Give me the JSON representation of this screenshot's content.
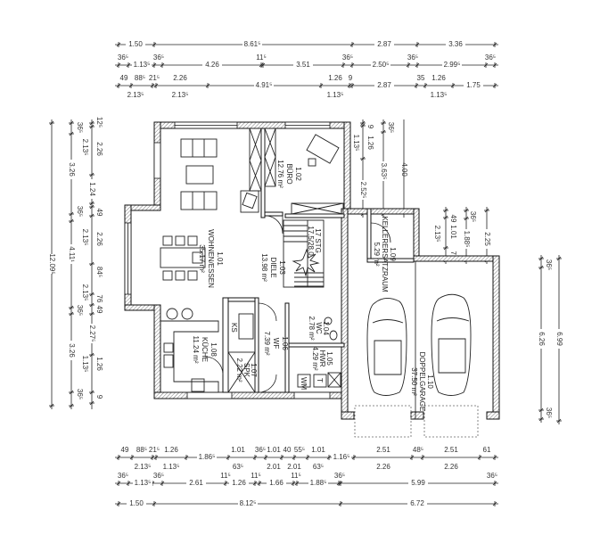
{
  "dimensions": {
    "top": {
      "row1": [
        "1.50",
        "8.61⁵",
        "2.87",
        "3.36"
      ],
      "row2": [
        "36⁵",
        "1.13⁵",
        "36⁵",
        "4.26",
        "11⁵",
        "3.51",
        "36⁵",
        "2.50⁵",
        "36⁵",
        "2.99⁵",
        "36⁵"
      ],
      "row3": [
        "49",
        "88⁵",
        "21⁵",
        "2.13⁵",
        "2.26",
        "2.13⁵",
        "4.91⁵",
        "1.26",
        "1.13⁵",
        "9",
        "2.87",
        "35",
        "1.26",
        "1.13⁵",
        "1.75"
      ]
    },
    "bottom": {
      "row1": [
        "49",
        "88⁵",
        "21⁵",
        "2.13⁵",
        "1.26",
        "1.13⁵",
        "1.86⁵",
        "1.01",
        "63⁵",
        "36⁵",
        "1.01",
        "2.01",
        "40",
        "55⁵",
        "2.01",
        "1.01",
        "63⁵",
        "1.16⁵",
        "2.51",
        "2.26",
        "48⁵",
        "2.51",
        "2.26",
        "61"
      ],
      "row2": [
        "36⁵",
        "1.13⁵",
        "36⁵",
        "2.61",
        "11⁵",
        "1.26",
        "11⁵",
        "1.66",
        "11⁵",
        "1.88⁵",
        "36⁵",
        "5.99",
        "36⁵"
      ],
      "row3": [
        "1.50",
        "8.12⁵",
        "6.72"
      ]
    },
    "left": {
      "outer": [
        "12.09⁵"
      ],
      "middle": [
        "36⁵",
        "3.26",
        "36⁵",
        "4.11¹",
        "36⁵",
        "3.26",
        "36⁵"
      ],
      "inner": [
        "12⁵",
        "2.26",
        "2.13⁵",
        "1.24",
        "49",
        "2.26",
        "2.13⁵",
        "84⁵",
        "76",
        "2.13⁵",
        "49",
        "2.27⁵",
        "1.26",
        "1.13⁵",
        "9"
      ]
    },
    "right": {
      "storage": [
        "9",
        "1.26",
        "1.13⁵",
        "2.52⁵",
        "36⁵",
        "3.63⁵",
        "4.00"
      ],
      "storage_lower": [
        "49",
        "1.01",
        "2.13⁵",
        "75",
        "36⁵",
        "1.88⁵",
        "2.25"
      ],
      "garage": [
        "36⁵",
        "6.26",
        "36⁵",
        "6.99"
      ]
    }
  },
  "rooms": [
    {
      "number": "1.01",
      "name": "WOHNEN/ESSEN",
      "area": "35.17 m²"
    },
    {
      "number": "1.02",
      "name": "BÜRO",
      "area": "12.76 m²"
    },
    {
      "number": "1.03",
      "name": "DIELE",
      "area": "13.98 m²"
    },
    {
      "number": "1.04",
      "name": "WC",
      "area": "2.78 m²"
    },
    {
      "number": "1.05",
      "name": "HWR",
      "area": "4.29 m²"
    },
    {
      "number": "1.06",
      "name": "WF",
      "area": "7.39 m²"
    },
    {
      "number": "1.07",
      "name": "SPK",
      "area": "2.22 m²"
    },
    {
      "number": "1.08",
      "name": "KÜCHE",
      "area": "11.24 m²"
    },
    {
      "number": "1.09",
      "name": "KELLERERSATZRAUM",
      "area": "5.29 m²"
    },
    {
      "number": "1.10",
      "name": "DOPPELGARAGE",
      "area": "37.50 m²"
    }
  ],
  "stair": {
    "steps": "17 STG",
    "ratio": "17.5/28.0"
  },
  "fixtures": {
    "fridge": "KS",
    "washer": "WM",
    "dryer": "T"
  }
}
